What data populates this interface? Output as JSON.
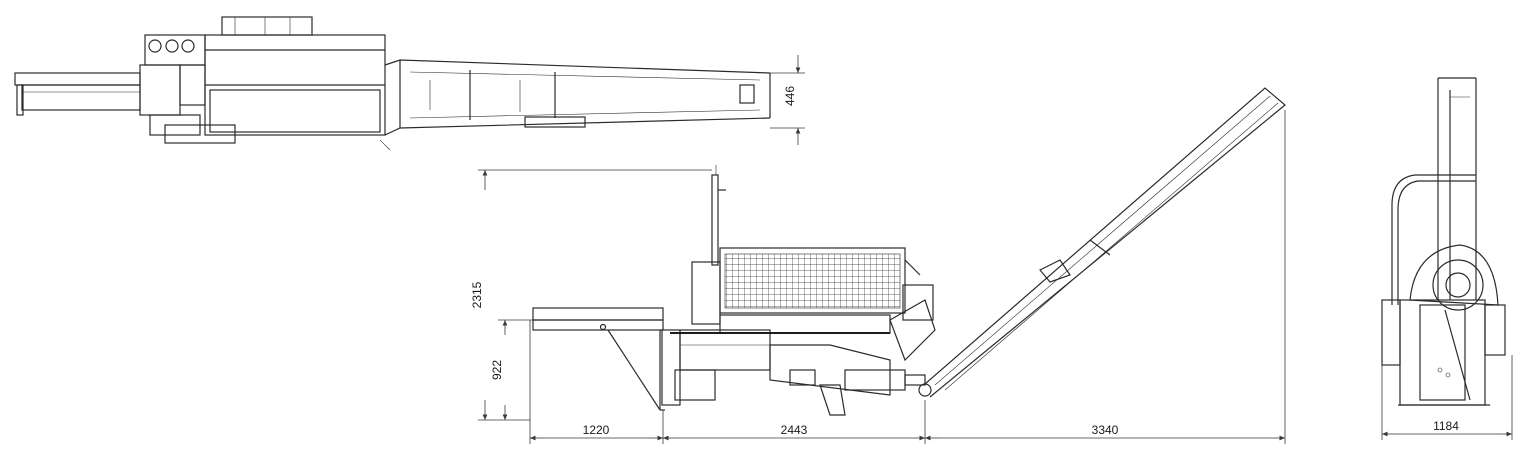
{
  "colors": {
    "line": "#2b2b2b",
    "background": "#ffffff"
  },
  "dimensions": {
    "top_view_depth": "446",
    "total_height": "2315",
    "table_height": "922",
    "table_length": "1220",
    "machine_length": "2443",
    "conveyor_length": "3340",
    "end_view_width": "1184"
  }
}
